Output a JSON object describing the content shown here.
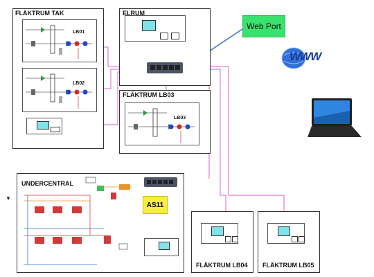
{
  "rooms": {
    "flaktrum_tak": "FLÄKTRUM TAK",
    "elrum": "ELRUM",
    "flaktrum_lb03": "FLÄKTRUM LB03",
    "undercentral": "UNDERCENTRAL",
    "flaktrum_lb04": "FLÄKTRUM LB04",
    "flaktrum_lb05": "FLÄKTRUM LB05"
  },
  "units": {
    "lb01": "LB01",
    "lb02": "LB02",
    "lb03": "LB03"
  },
  "web_port": "Web Port",
  "controller": "AS11",
  "www_logo": "WWW",
  "colors": {
    "network_cable": "#e07ad8",
    "internet_link": "#3a6fd6",
    "web_port_bg": "#39e26d",
    "controller_bg": "#f7ee40",
    "switch_body": "#4d5563"
  }
}
